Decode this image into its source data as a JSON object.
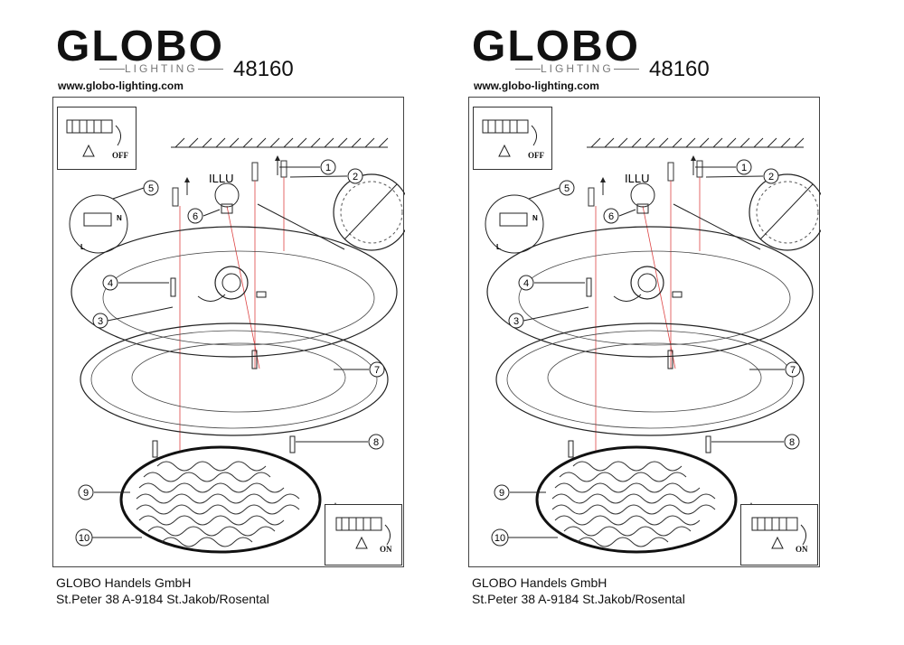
{
  "panels": [
    {
      "brand": "GLOBO",
      "brand_sub": "LIGHTING",
      "model": "48160",
      "website": "www.globo-lighting.com",
      "company": "GLOBO Handels GmbH",
      "address": "St.Peter 38 A-9184 St.Jakob/Rosental",
      "diagram": {
        "illu_label": "ILLU",
        "switch_off_label": "OFF",
        "switch_on_label": "ON",
        "terminal_labels": [
          "N",
          "L"
        ],
        "callouts": [
          "1",
          "2",
          "3",
          "4",
          "5",
          "6",
          "7",
          "8",
          "9",
          "10"
        ]
      }
    },
    {
      "brand": "GLOBO",
      "brand_sub": "LIGHTING",
      "model": "48160",
      "website": "www.globo-lighting.com",
      "company": "GLOBO Handels GmbH",
      "address": "St.Peter 38 A-9184 St.Jakob/Rosental",
      "diagram": {
        "illu_label": "ILLU",
        "switch_off_label": "OFF",
        "switch_on_label": "ON",
        "terminal_labels": [
          "N",
          "L"
        ],
        "callouts": [
          "1",
          "2",
          "3",
          "4",
          "5",
          "6",
          "7",
          "8",
          "9",
          "10"
        ]
      }
    }
  ]
}
